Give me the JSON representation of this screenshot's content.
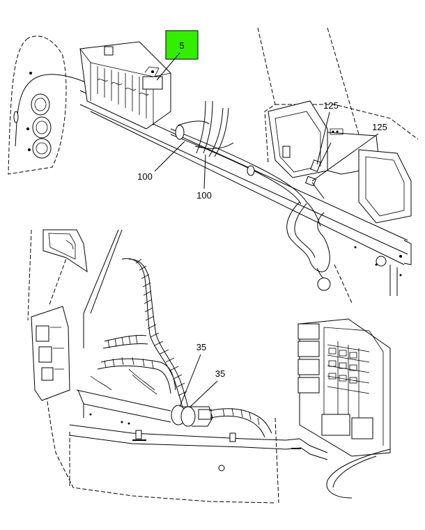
{
  "callouts": {
    "c5": "5",
    "c125a": "125",
    "c125b": "125",
    "c100a": "100",
    "c100b": "100",
    "c35a": "35",
    "c35b": "35"
  },
  "colors": {
    "highlight": "#33ee00",
    "line": "#000000",
    "background": "#ffffff"
  }
}
